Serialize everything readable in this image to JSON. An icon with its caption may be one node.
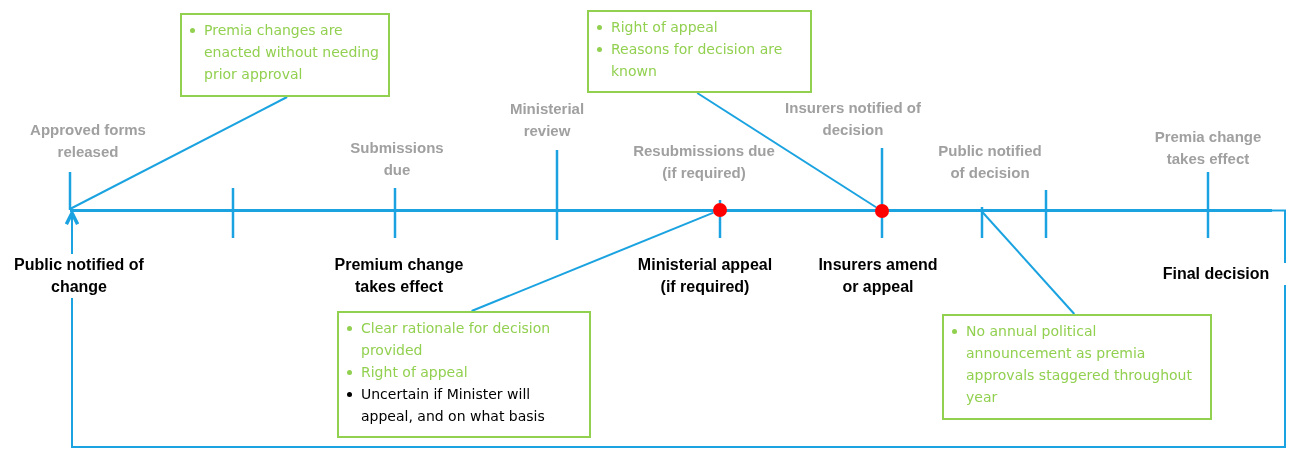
{
  "diagram": {
    "nodes": [
      {
        "text": [
          "Premia changes are enacted without needing prior approval"
        ]
      },
      {
        "text": [
          "Right of appeal",
          "Reasons for decision are known"
        ]
      },
      {
        "text": [],
        "shape": "bar"
      },
      {
        "text": [],
        "shape": "circle"
      },
      {
        "text": [],
        "shape": "circle"
      },
      {
        "text": [
          "Clear rationale for decision provided",
          "Right of appeal",
          "Uncertain if Minister will appeal, and on what basis"
        ]
      },
      {
        "text": [
          "No annual political announcement as premia approvals staggered throughout year"
        ]
      }
    ],
    "edges": [
      {
        "from": 0,
        "to": 2,
        "arrow": "none"
      },
      {
        "from": 1,
        "to": 4,
        "arrow": "none"
      },
      {
        "from": 5,
        "to": 3,
        "arrow": "none"
      },
      {
        "from": 6,
        "to": 2,
        "arrow": "none"
      },
      {
        "from": 2,
        "to": 2,
        "arrow": "to"
      }
    ],
    "labels": [
      "Approved forms released",
      "Submissions due",
      "Ministerial review",
      "Resubmissions due (if required)",
      "Insurers notified of decision",
      "Public notified of decision",
      "Premia change takes effect",
      "Public notified of change",
      "Premium change takes effect",
      "Ministerial appeal (if required)",
      "Insurers amend or appeal",
      "Final decision"
    ]
  }
}
